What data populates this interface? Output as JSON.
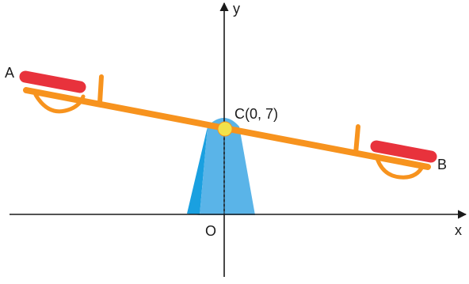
{
  "axes": {
    "x_label": "x",
    "y_label": "y",
    "origin_label": "O"
  },
  "points": {
    "a_label": "A",
    "b_label": "B",
    "c_label": "C(0, 7)"
  },
  "colors": {
    "board": "#f7931e",
    "seat": "#e8323c",
    "pivot_front": "#5ab4e8",
    "pivot_side": "#1aa0e0",
    "pivot_pin": "#f2e24a",
    "axis": "#1a1a1a"
  }
}
